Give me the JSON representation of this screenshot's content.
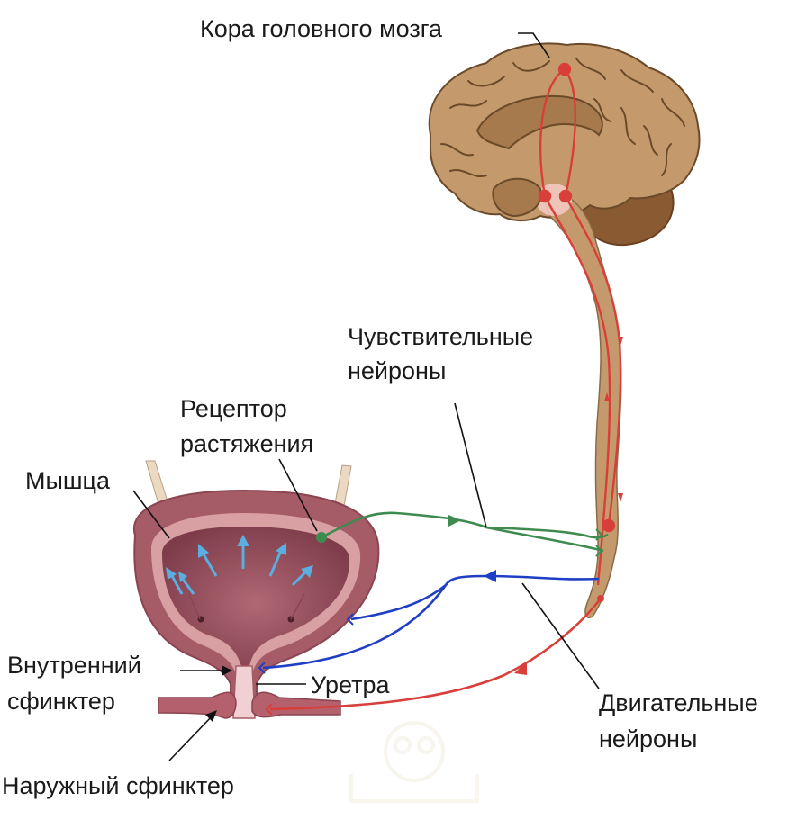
{
  "labels": {
    "cortex": "Кора головного мозга",
    "sensory_line1": "Чувствительные",
    "sensory_line2": "нейроны",
    "receptor_line1": "Рецептор",
    "receptor_line2": "растяжения",
    "muscle": "Мышца",
    "internal_line1": "Внутренний",
    "internal_line2": "сфинктер",
    "urethra": "Уретра",
    "motor_line1": "Двигательные",
    "motor_line2": "нейроны",
    "external": "Наружный сфинктер"
  },
  "colors": {
    "sensory_neuron": "#3f8a4f",
    "motor_neuron_autonomic": "#1f3fc4",
    "motor_neuron_somatic": "#d93f3a",
    "brain": "#c49a6c",
    "bladder_outer": "#a65c67",
    "bladder_inner": "#d9a0a3",
    "stretch_arrows": "#5aaee0"
  },
  "icons": [
    "arrow-icon",
    "receptor-dot-icon",
    "synapse-icon"
  ]
}
